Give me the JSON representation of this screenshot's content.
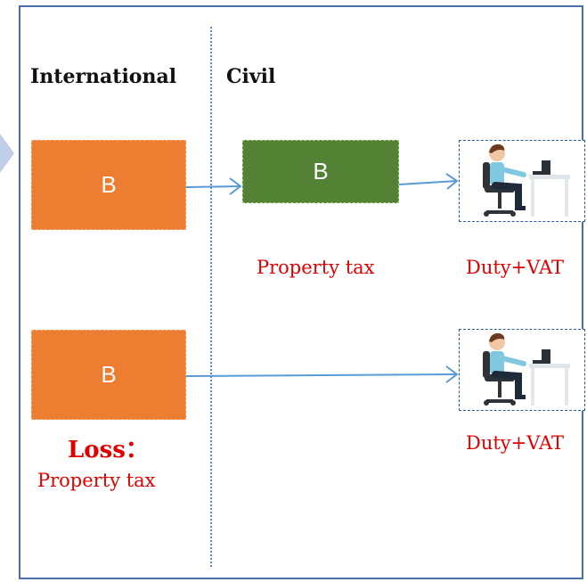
{
  "columns": {
    "left": "International",
    "right": "Civil"
  },
  "boxes": {
    "top_left": "B",
    "top_middle": "B",
    "bottom_left": "B"
  },
  "labels": {
    "top_middle_note": "Property tax",
    "top_right_note": "Duty+VAT",
    "bottom_right_note": "Duty+VAT",
    "loss_title": "Loss：",
    "loss_note": "Property tax"
  },
  "icons": {
    "worker": "office-worker-at-desk-icon"
  },
  "colors": {
    "orange": "#ed7d31",
    "green": "#548235",
    "arrow": "#5b9bd5",
    "red_text": "#e00000",
    "frame": "#4a6ea8"
  }
}
